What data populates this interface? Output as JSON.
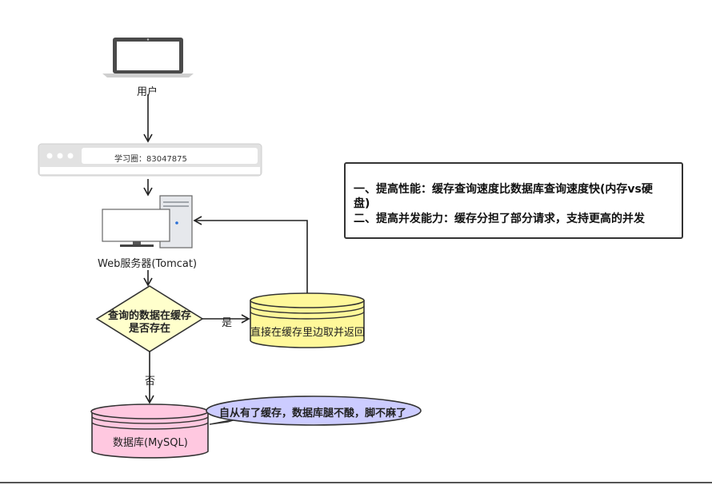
{
  "user": {
    "label": "用户",
    "icon": "laptop-icon"
  },
  "browser": {
    "address_text": "学习圈：83047875",
    "icon": "browser-window-icon"
  },
  "web_server": {
    "label": "Web服务器(Tomcat)",
    "icon": "server-computer-icon"
  },
  "decision": {
    "line1": "查询的数据在缓存",
    "line2": "是否存在"
  },
  "edge_yes": "是",
  "edge_no": "否",
  "cache": {
    "label": "直接在缓存里边取并返回",
    "color": "#fff89a"
  },
  "database": {
    "label": "数据库(MySQL)",
    "color": "#ffc8e0"
  },
  "callout": {
    "text": "自从有了缓存，数据库腿不酸，脚不麻了",
    "color": "#ccccff"
  },
  "note": {
    "line1": "一、提高性能：缓存查询速度比数据库查询速度快(内存vs硬",
    "line2": "盘)",
    "line3": "二、提高并发能力：缓存分担了部分请求，支持更高的并发"
  }
}
